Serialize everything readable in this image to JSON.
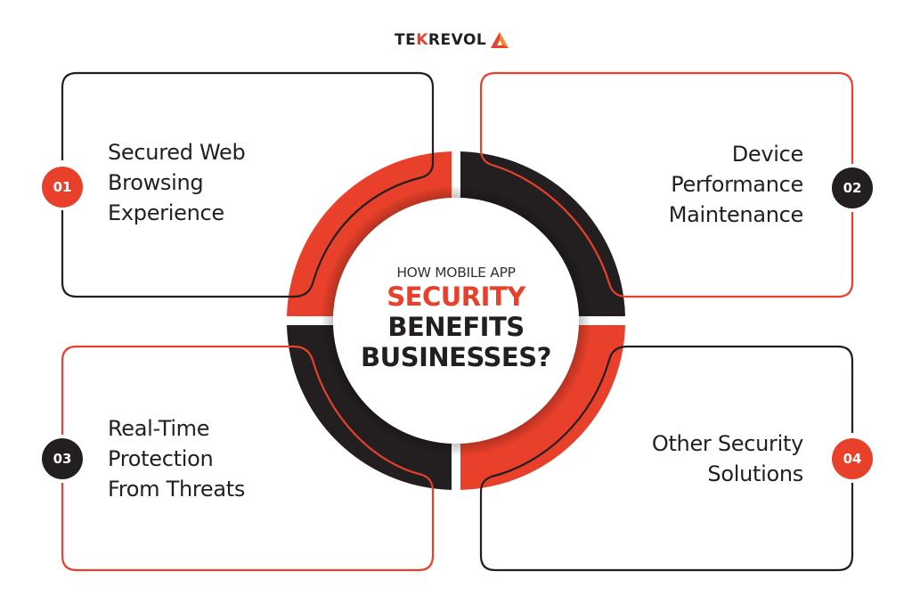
{
  "logo": {
    "text_pre": "TE",
    "text_k": "K",
    "text_post": "REVOL",
    "icon": "triangle-logo-icon"
  },
  "title": {
    "line1": "HOW MOBILE APP",
    "line2": "SECURITY",
    "line3": "BENEFITS",
    "line4": "BUSINESSES?"
  },
  "items": [
    {
      "number": "01",
      "lines": [
        "Secured Web",
        "Browsing",
        "Experience"
      ],
      "badge_color": "#e8402a",
      "border_color": "#231f20"
    },
    {
      "number": "02",
      "lines": [
        "Device",
        "Performance",
        "Maintenance"
      ],
      "badge_color": "#231f20",
      "border_color": "#e8402a"
    },
    {
      "number": "03",
      "lines": [
        "Real-Time",
        "Protection",
        "From Threats"
      ],
      "badge_color": "#231f20",
      "border_color": "#e8402a"
    },
    {
      "number": "04",
      "lines": [
        "Other Security",
        "Solutions"
      ],
      "badge_color": "#e8402a",
      "border_color": "#231f20"
    }
  ],
  "colors": {
    "accent": "#e8402a",
    "dark": "#231f20",
    "background": "#ffffff"
  }
}
